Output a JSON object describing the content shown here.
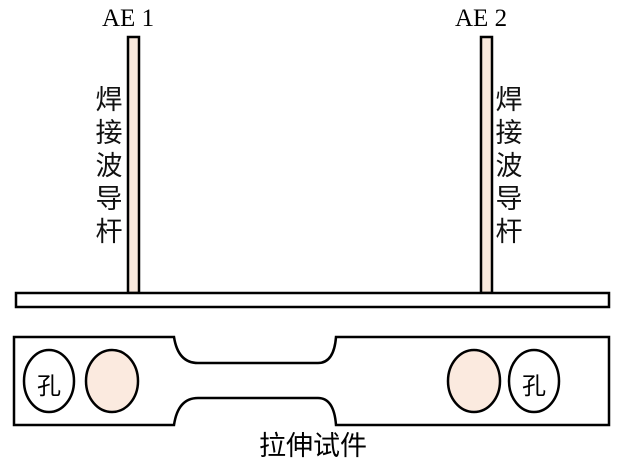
{
  "labels": {
    "ae1": "AE 1",
    "ae2": "AE 2",
    "waveguide_left": [
      "焊",
      "接",
      "波",
      "导",
      "杆"
    ],
    "waveguide_right": [
      "焊",
      "接",
      "波",
      "导",
      "杆"
    ],
    "hole_left": "孔",
    "hole_right": "孔",
    "specimen": "拉伸试件"
  },
  "colors": {
    "rod_fill": "#f8e8dc",
    "disc_fill": "#fbeadf",
    "stroke": "#000000"
  }
}
